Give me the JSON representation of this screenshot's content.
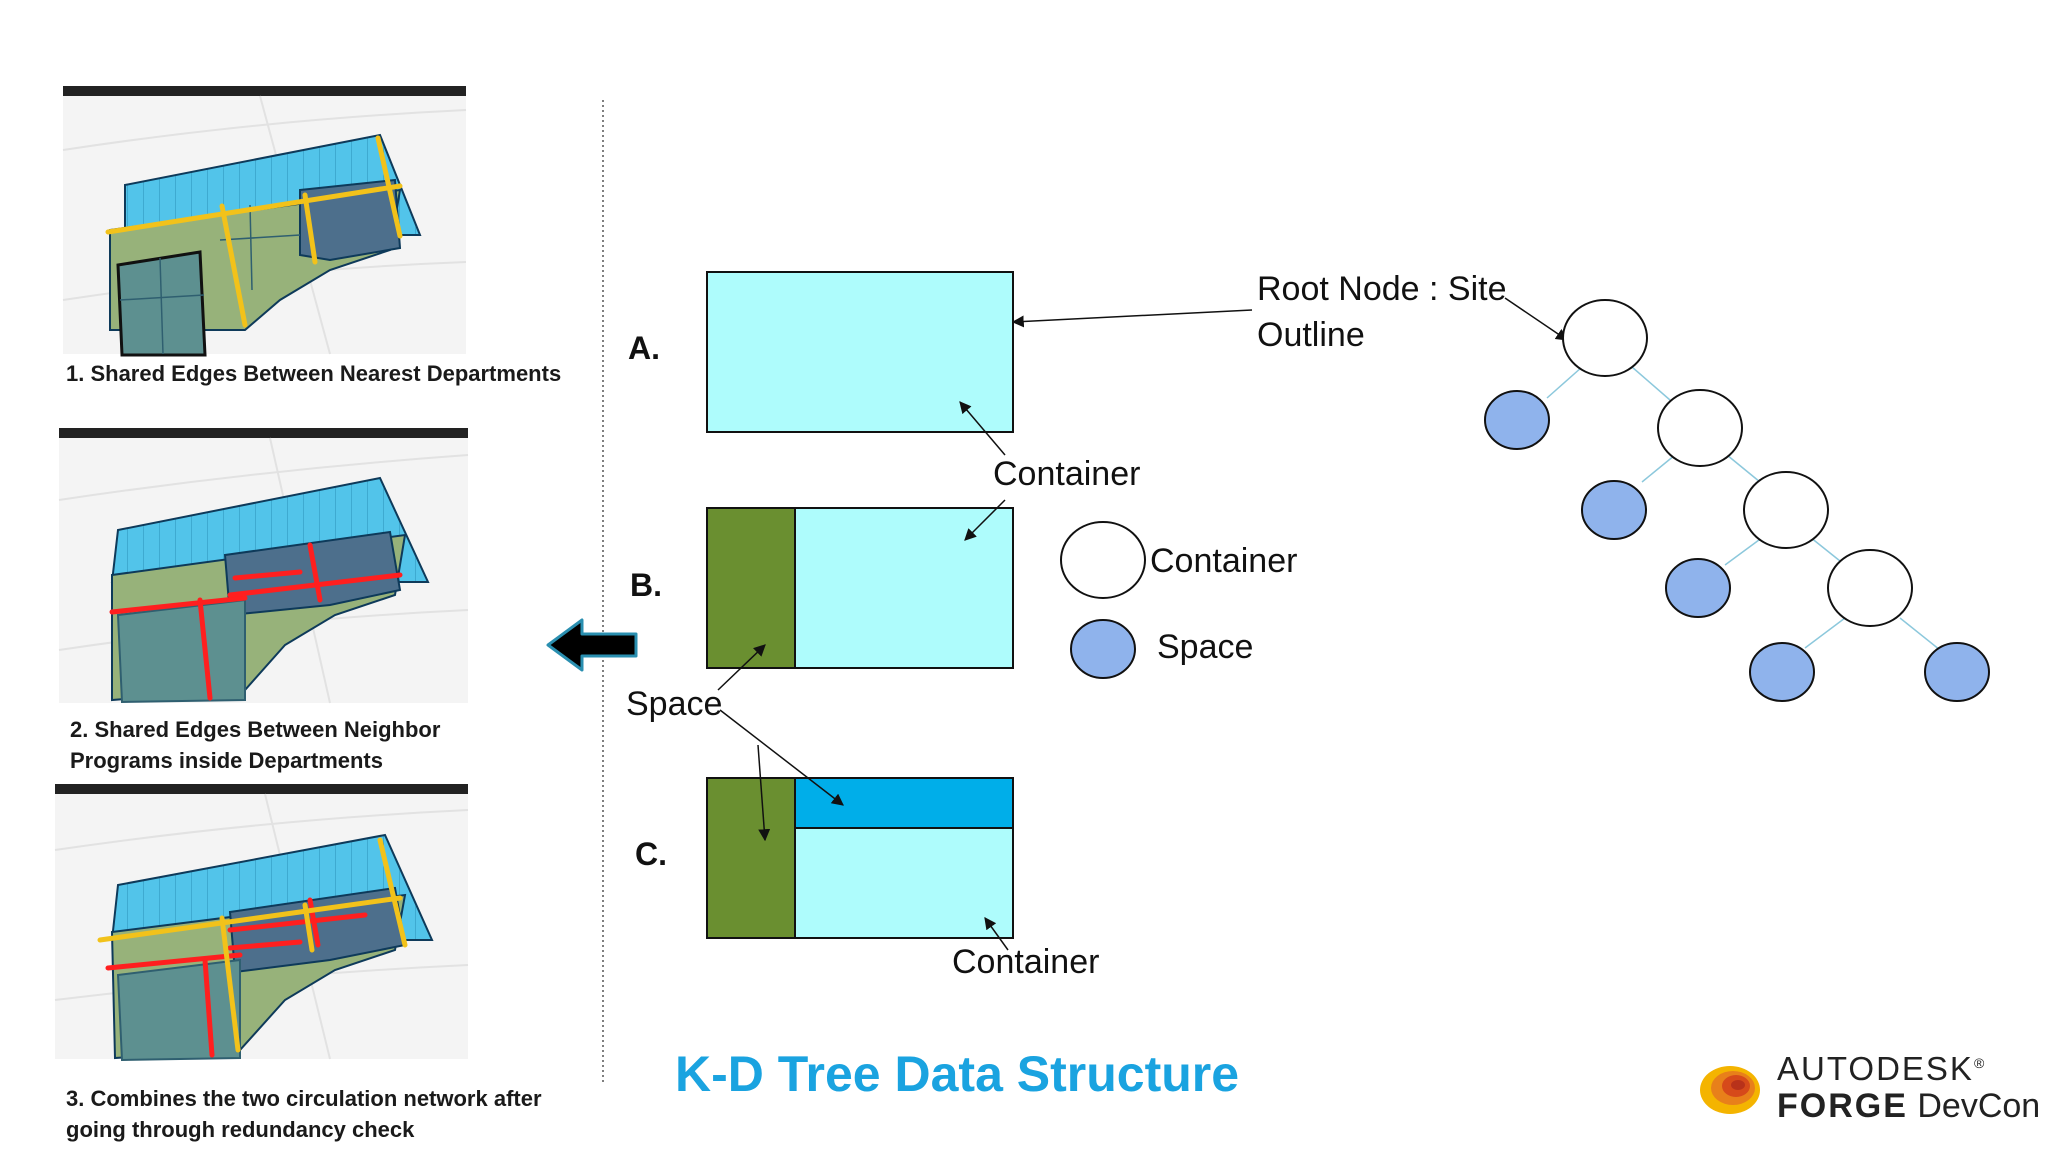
{
  "left_panel": {
    "captions": [
      {
        "line1": "1.   Shared Edges Between Nearest Departments",
        "line2": ""
      },
      {
        "line1": "2. Shared Edges Between Neighbor",
        "line2": "Programs inside Departments"
      },
      {
        "line1": "3. Combines the two circulation network after",
        "line2": "going through redundancy check"
      }
    ]
  },
  "diagram": {
    "row_labels": [
      "A.",
      "B.",
      "C."
    ],
    "labels": {
      "root_line1": "Root Node : Site",
      "root_line2": "Outline",
      "container_a": "Container",
      "container_c": "Container",
      "space": "Space"
    },
    "legend": {
      "container": "Container",
      "space": "Space"
    },
    "colors": {
      "container_fill": "#aefcfc",
      "space_fill": "#6a8f30",
      "space_c_top": "#00aee9",
      "node_space": "#8fb3ec",
      "tree_edge": "#8cc8dc",
      "title": "#1aa3e0"
    }
  },
  "title": "K-D Tree Data Structure",
  "brand": {
    "line1": "AUTODESK",
    "mark": "®",
    "line2_bold": "FORGE",
    "line2_rest": "DevCon"
  }
}
